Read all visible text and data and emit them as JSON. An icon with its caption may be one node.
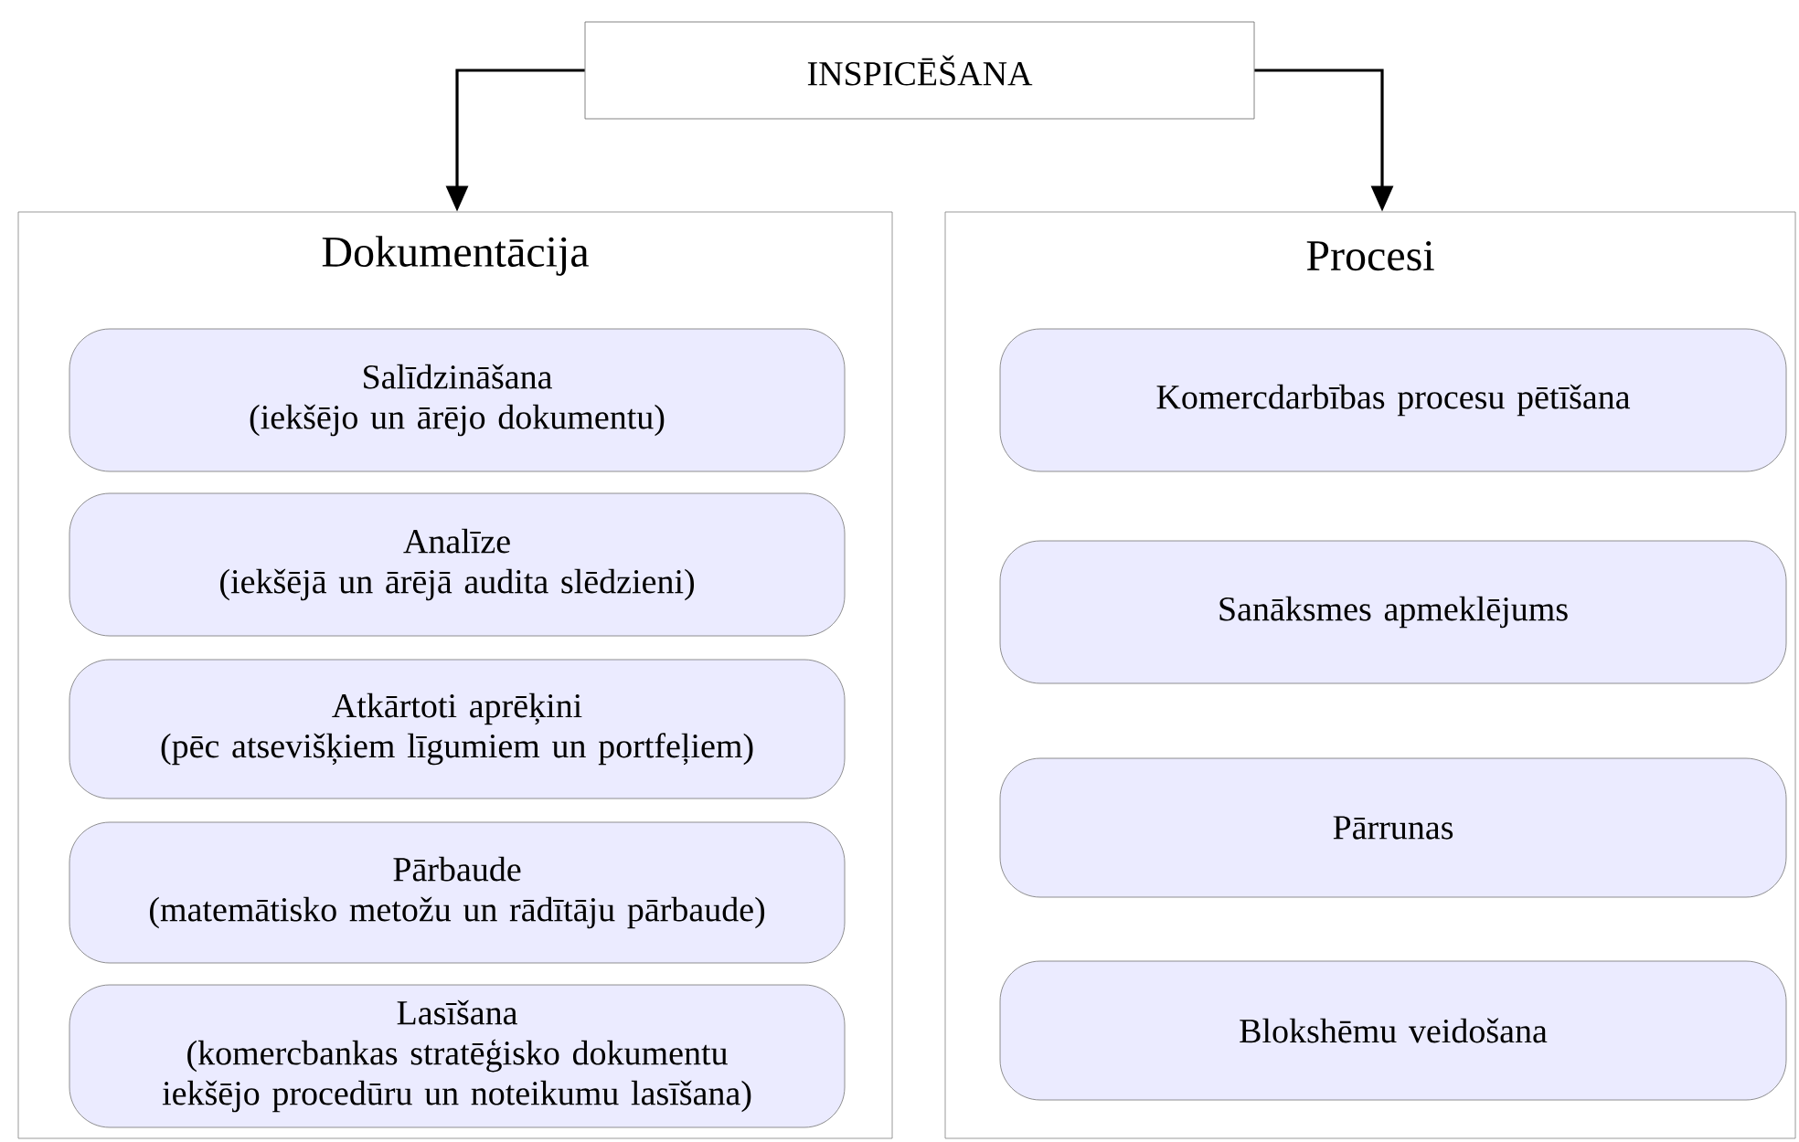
{
  "diagram": {
    "nodes": [
      {
        "text": [
          "INSPICĒŠANA"
        ]
      },
      {
        "text": [
          "Dokumentācija"
        ]
      },
      {
        "text": [
          "Procesi"
        ]
      },
      {
        "text": [
          "Salīdzināšana",
          "(iekšējo un ārējo dokumentu)"
        ],
        "in": 1
      },
      {
        "text": [
          "Analīze",
          "(iekšējā un ārējā audita slēdzieni)"
        ],
        "in": 1
      },
      {
        "text": [
          "Atkārtoti aprēķini",
          "(pēc atsevišķiem līgumiem un portfeļiem)"
        ],
        "in": 1
      },
      {
        "text": [
          "Pārbaude",
          "(matemātisko metožu un rādītāju pārbaude)"
        ],
        "in": 1
      },
      {
        "text": [
          "Lasīšana",
          "(komercbankas stratēģisko dokumentu iekšējo procedūru un noteikumu lasīšana)"
        ],
        "in": 1
      },
      {
        "text": [
          "Komercdarbības procesu pētīšana"
        ],
        "in": 2
      },
      {
        "text": [
          "Sanāksmes apmeklējums"
        ],
        "in": 2
      },
      {
        "text": [
          "Pārrunas"
        ],
        "in": 2
      },
      {
        "text": [
          "Blokshēmu veidošana"
        ],
        "in": 2
      }
    ],
    "edges": [
      {
        "from": 0,
        "to": 1,
        "arrow": "to"
      },
      {
        "from": 0,
        "to": 2,
        "arrow": "to"
      }
    ]
  }
}
